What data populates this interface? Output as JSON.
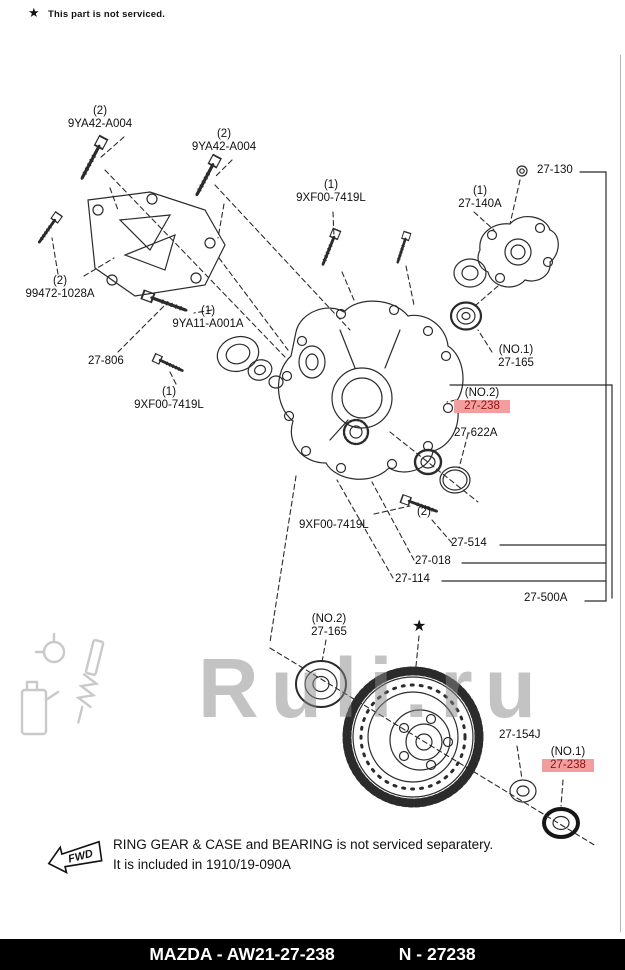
{
  "header": {
    "star": "★",
    "note": "This part is not serviced."
  },
  "labels": {
    "ya42a": {
      "qty": "(2)",
      "text": "9YA42-A004"
    },
    "ya42b": {
      "qty": "(2)",
      "text": "9YA42-A004"
    },
    "xf00a": {
      "qty": "(1)",
      "text": "9XF00-7419L"
    },
    "p27130": {
      "text": "27-130"
    },
    "p27140a": {
      "qty": "(1)",
      "text": "27-140A"
    },
    "p99472": {
      "qty": "(2)",
      "text": "99472-1028A"
    },
    "ya11": {
      "qty": "(1)",
      "text": "9YA11-A001A"
    },
    "p27806": {
      "text": "27-806"
    },
    "xf00b": {
      "qty": "(1)",
      "text": "9XF00-7419L"
    },
    "no1_165": {
      "qty": "(NO.1)",
      "text": "27-165"
    },
    "no2_238": {
      "qty": "(NO.2)",
      "text": "27-238",
      "highlight": true
    },
    "p27622a": {
      "text": "27-622A"
    },
    "xf00c": {
      "qty": "(2)",
      "text": "9XF00-7419L"
    },
    "p27514": {
      "text": "27-514"
    },
    "p27018": {
      "text": "27-018"
    },
    "p27114": {
      "text": "27-114"
    },
    "p27500a": {
      "text": "27-500A"
    },
    "no2_165": {
      "qty": "(NO.2)",
      "text": "27-165"
    },
    "p27154j": {
      "text": "27-154J"
    },
    "no1_238": {
      "qty": "(NO.1)",
      "text": "27-238",
      "highlight": true
    }
  },
  "diagram_star": "★",
  "watermark": "Ruli.ru",
  "footer": {
    "fwd": "FWD",
    "line1": "RING GEAR & CASE and BEARING is not serviced separatery.",
    "line2": "It is included in 1910/19-090A"
  },
  "bottom_bar": {
    "left": "MAZDA - AW21-27-238",
    "right": "N - 27238"
  },
  "colors": {
    "highlight_bg": "#f29e9e",
    "highlight_text": "#8e1111",
    "bar_bg": "#000000",
    "bar_text": "#ffffff"
  }
}
